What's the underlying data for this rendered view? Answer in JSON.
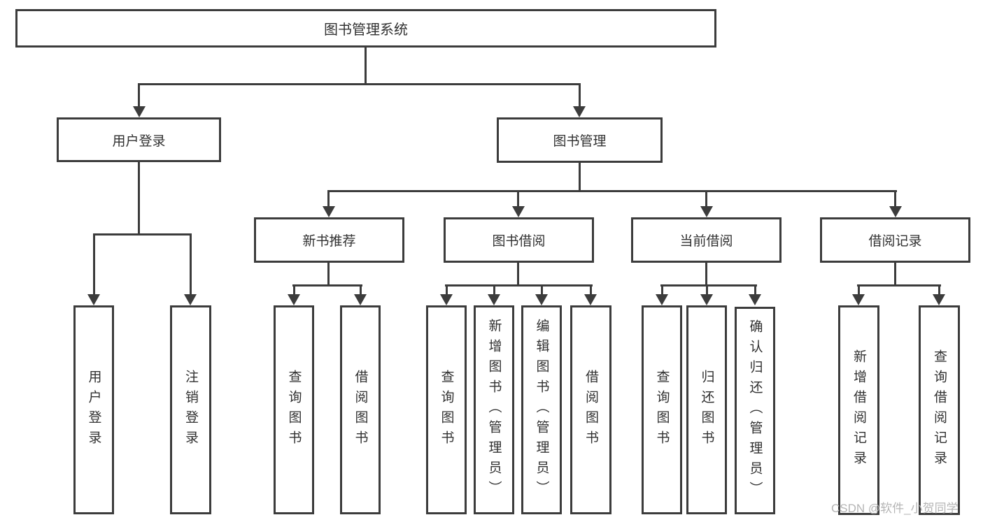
{
  "nodes": {
    "root": "图书管理系统",
    "user_login": "用户登录",
    "book_management": "图书管理",
    "new_book_recommend": "新书推荐",
    "book_borrow": "图书借阅",
    "current_borrow": "当前借阅",
    "borrow_records": "借阅记录"
  },
  "leaves": {
    "login": [
      "用户登录",
      "注销登录"
    ],
    "rec": [
      "查询图书",
      "借阅图书"
    ],
    "borrow": [
      "查询图书",
      "新增图书（管理员）",
      "编辑图书（管理员）",
      "借阅图书"
    ],
    "current": [
      "查询图书",
      "归还图书",
      "确认归还（管理员）"
    ],
    "records": [
      "新增借阅记录",
      "查询借阅记录"
    ]
  },
  "watermark": {
    "text": "CSDN @软件_小贺同学"
  },
  "colors": {
    "line": "#3c3c3c",
    "text": "#313131",
    "background": "#ffffff",
    "watermark": "#b5b5b5"
  }
}
